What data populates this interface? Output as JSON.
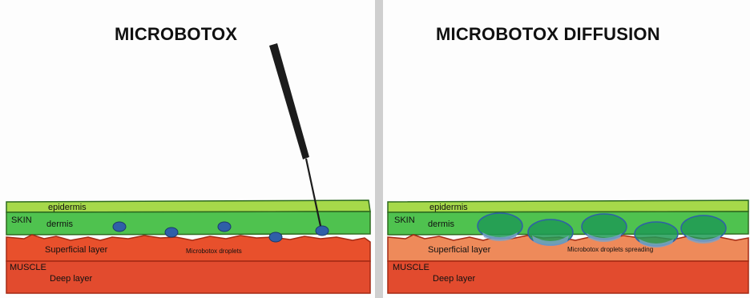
{
  "panels": [
    {
      "title": "MICROBOTOX",
      "labels": {
        "epidermis": "epidermis",
        "skin": "SKIN",
        "dermis": "dermis",
        "superficial": "Superficial layer",
        "droplets": "Microbotox droplets",
        "muscle": "MUSCLE",
        "deep": "Deep layer"
      }
    },
    {
      "title": "MICROBOTOX DIFFUSION",
      "labels": {
        "epidermis": "epidermis",
        "skin": "SKIN",
        "dermis": "dermis",
        "superficial": "Superficial layer",
        "droplets": "Microbotox droplets spreading",
        "muscle": "MUSCLE",
        "deep": "Deep layer"
      }
    }
  ],
  "colors": {
    "epidermis": "#a6d94a",
    "dermis": "#4fc24f",
    "superficial_left": "#e8502c",
    "superficial_right": "#ee8a5a",
    "muscle": "#e24b2e",
    "droplet": "#2f5fa8",
    "spread": "#1f9a55",
    "needle": "#222222"
  }
}
